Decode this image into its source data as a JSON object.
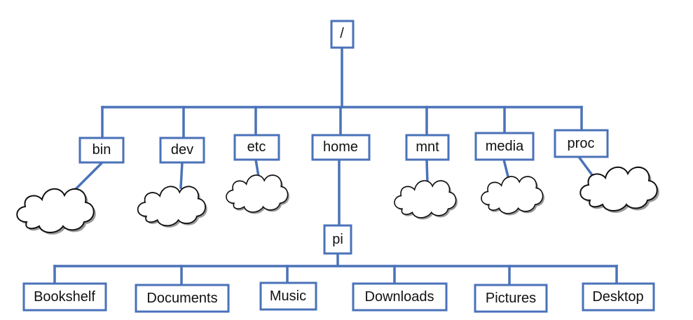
{
  "root": {
    "label": "/"
  },
  "level1": [
    {
      "id": "bin",
      "label": "bin"
    },
    {
      "id": "dev",
      "label": "dev"
    },
    {
      "id": "etc",
      "label": "etc"
    },
    {
      "id": "home",
      "label": "home"
    },
    {
      "id": "mnt",
      "label": "mnt"
    },
    {
      "id": "media",
      "label": "media"
    },
    {
      "id": "proc",
      "label": "proc"
    }
  ],
  "user": {
    "label": "pi"
  },
  "level3": [
    {
      "id": "bookshelf",
      "label": "Bookshelf"
    },
    {
      "id": "documents",
      "label": "Documents"
    },
    {
      "id": "music",
      "label": "Music"
    },
    {
      "id": "downloads",
      "label": "Downloads"
    },
    {
      "id": "pictures",
      "label": "Pictures"
    },
    {
      "id": "desktop",
      "label": "Desktop"
    }
  ],
  "colors": {
    "edge": "#4a72b8",
    "node_border": "#4a72b8",
    "cloud_outline": "#111111",
    "cloud_shadow": "#9a9a9a"
  }
}
